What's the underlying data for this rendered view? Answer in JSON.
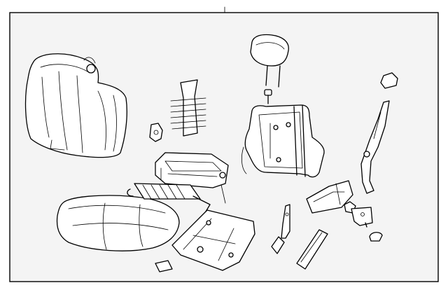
{
  "diagram": {
    "background": "#ffffff",
    "panel_fill": "#f4f4f4",
    "line_color": "#000000",
    "parts": [
      {
        "name": "seat-back-cushion"
      },
      {
        "name": "seat-back-frame"
      },
      {
        "name": "headrest"
      },
      {
        "name": "headrest-guide"
      },
      {
        "name": "lumbar-support"
      },
      {
        "name": "seat-cushion"
      },
      {
        "name": "cushion-spring-frame"
      },
      {
        "name": "cushion-frame-adjuster"
      },
      {
        "name": "seat-track-assembly"
      },
      {
        "name": "side-shield-panel"
      },
      {
        "name": "recliner-handle"
      },
      {
        "name": "seat-belt-buckle"
      },
      {
        "name": "console-bracket"
      },
      {
        "name": "track-cover"
      },
      {
        "name": "small-clip"
      },
      {
        "name": "knob"
      },
      {
        "name": "bracket-plate"
      },
      {
        "name": "trim-clip"
      },
      {
        "name": "floor-block"
      }
    ]
  }
}
